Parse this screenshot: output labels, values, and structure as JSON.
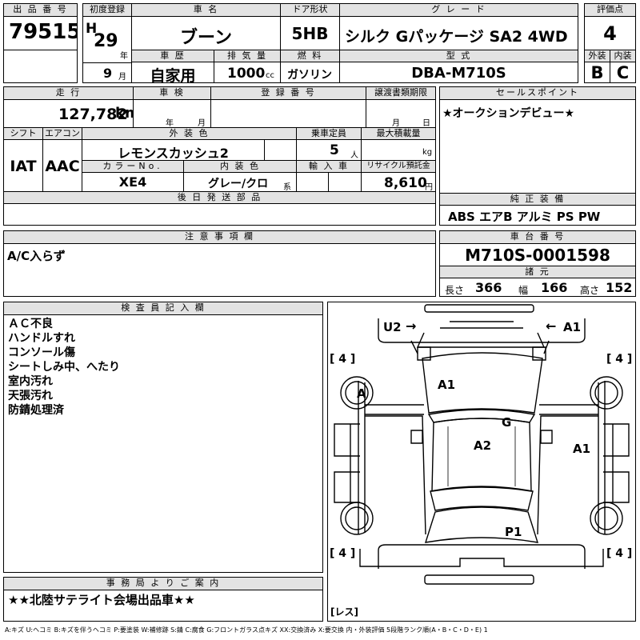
{
  "header": {
    "lot_no_label": "出 品 番 号",
    "lot_no": "79515",
    "first_reg_label": "初度登録",
    "era": "H",
    "year": "29",
    "year_unit": "年",
    "month": "9",
    "month_unit": "月",
    "car_name_label": "車   名",
    "car_name": "ブーン",
    "door_label": "ドア形状",
    "door": "5HB",
    "grade_label": "グ レ ー ド",
    "grade": "シルク Gパッケージ SA2 4WD",
    "score_label": "評価点",
    "score": "4",
    "history_label": "車 歴",
    "history": "自家用",
    "displacement_label": "排 気 量",
    "displacement": "1000",
    "displacement_unit": "cc",
    "fuel_label": "燃 料",
    "fuel": "ガソリン",
    "model_label": "型 式",
    "model": "DBA-M710S",
    "exterior_label": "外装",
    "exterior": "B",
    "interior_label": "内装",
    "interior": "C"
  },
  "row2": {
    "mileage_label": "走 行",
    "mileage": "127,782",
    "mileage_unit": "km",
    "inspection_label": "車 検",
    "inspection_year": "年",
    "inspection_month": "月",
    "plate_label": "登 録 番 号",
    "transfer_label": "譲渡書類期限",
    "transfer_month": "月",
    "transfer_day": "日",
    "shift_label": "シフト",
    "shift": "IAT",
    "ac_label": "エアコン",
    "ac": "AAC",
    "color_label": "外 装 色",
    "color": "レモンスカッシュ2",
    "capacity_label": "乗車定員",
    "capacity": "5",
    "capacity_unit": "人",
    "load_label": "最大積載量",
    "load_unit": "kg",
    "color_no_label": "カラーNo.",
    "color_no": "XE4",
    "int_color_label": "内 装 色",
    "int_color": "グレー/クロ",
    "int_color_suffix": "系",
    "import_label": "輸 入 車",
    "recycle_label": "リサイクル預託金",
    "recycle": "8,610",
    "recycle_unit": "円",
    "later_label": "後 日 発 送 部 品",
    "sales_label": "セールスポイント",
    "sales": "★オークションデビュー★",
    "equip_label": "純 正 装 備",
    "equip": "ABS エアB アルミ PS PW"
  },
  "notes": {
    "caution_label": "注 意 事 項 欄",
    "caution": "A/C入らず",
    "chassis_label": "車 台 番 号",
    "chassis": "M710S-0001598",
    "dims_label": "諸 元",
    "length_label": "長さ",
    "length": "366",
    "width_label": "幅",
    "width": "166",
    "height_label": "高さ",
    "height": "152"
  },
  "inspector": {
    "label": "検 査 員 記 入 欄",
    "lines": [
      "ＡＣ不良",
      "ハンドルすれ",
      "コンソール傷",
      "シートしみ中、へたり",
      "室内汚れ",
      "天張汚れ",
      "防錆処理済"
    ]
  },
  "office": {
    "label": "事 務 局 よ り ご 案 内",
    "text": "★★北陸サテライト会場出品車★★"
  },
  "diagram": {
    "marks": {
      "u2": "U2",
      "a1_top_right": "A1",
      "a1_hood": "A1",
      "a_left_wheel": "A",
      "g": "G",
      "a2": "A2",
      "a1_right_side": "A1",
      "p1": "P1"
    },
    "tires": {
      "front_left": "[ 4 ]",
      "front_right": "[ 4 ]",
      "rear_left": "[ 4 ]",
      "rear_right": "[ 4 ]"
    },
    "spare": "[レス]"
  },
  "legend": "A:キズ U:ヘコミ B:キズを伴うヘコミ P:要塗装 W:補修跡 S:錆 C:腐食 G:フロントガラス点キズ XX:交換済み X:要交換  内・外装評価  5段階ランク順(A・B・C・D・E) 1"
}
